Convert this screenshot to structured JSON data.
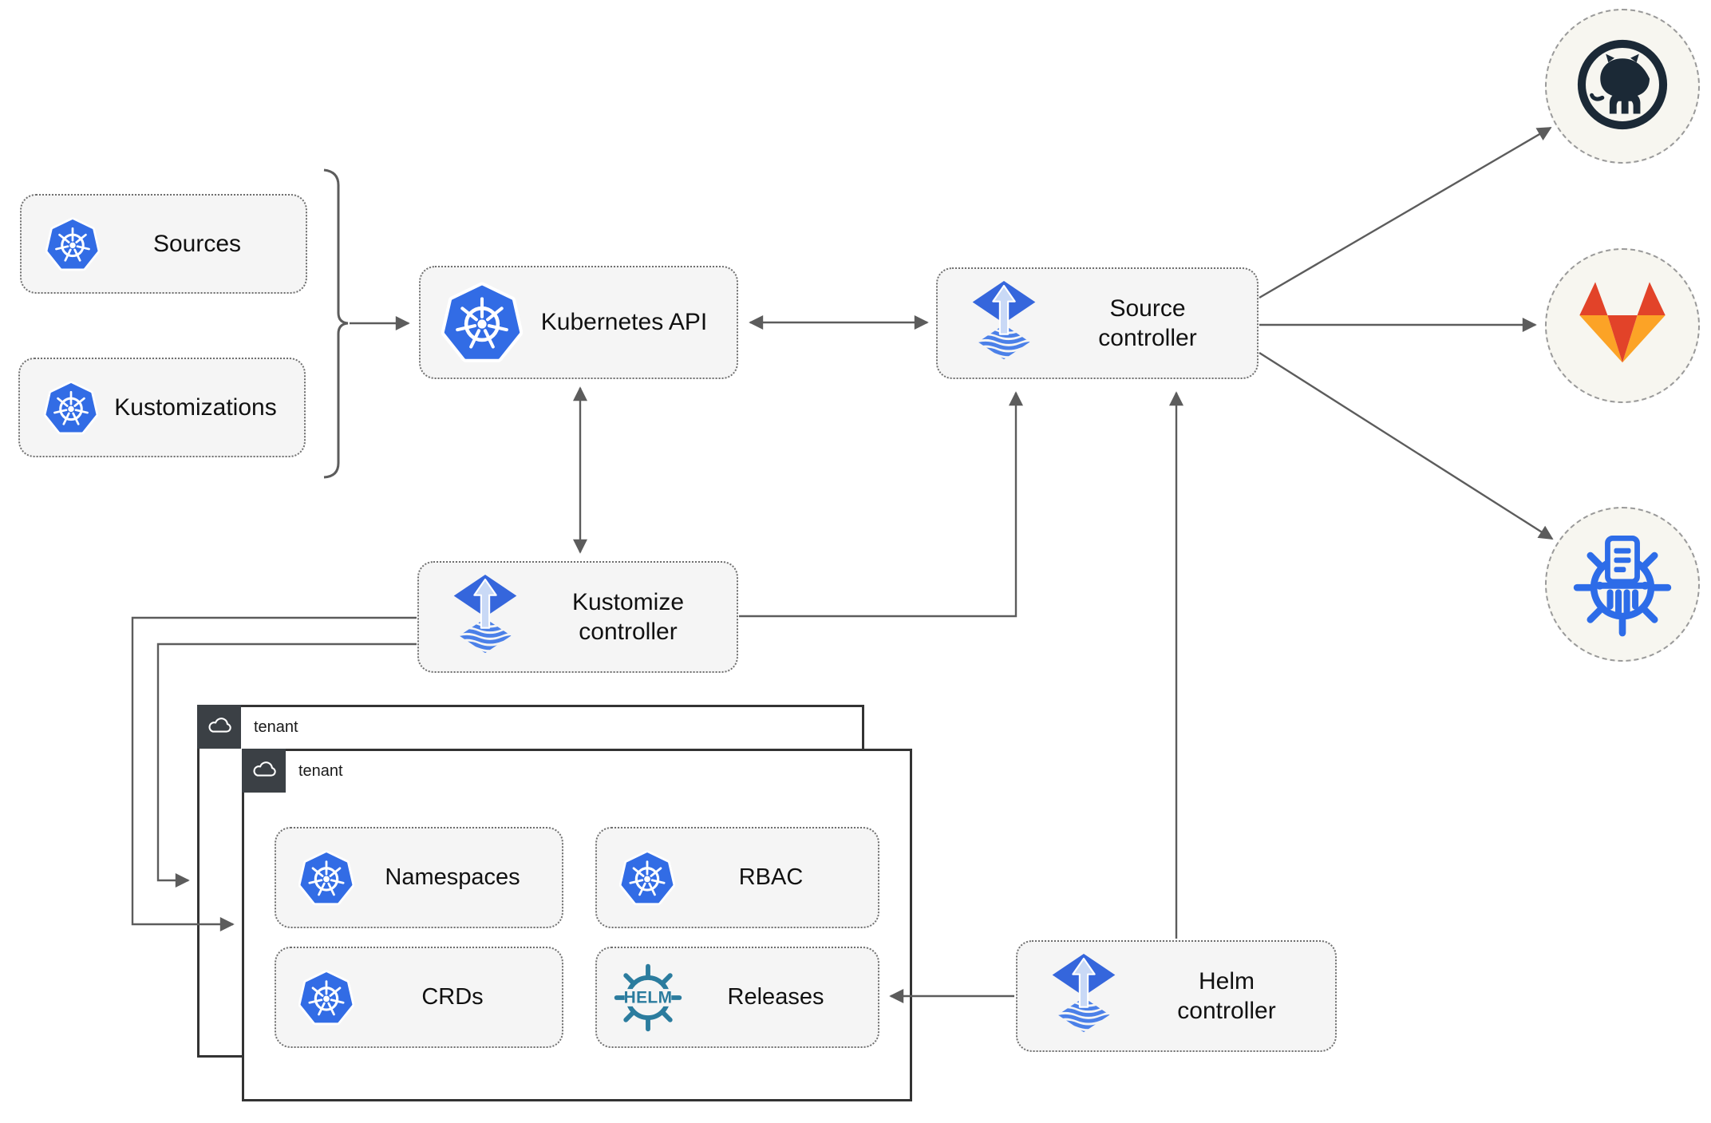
{
  "nodes": {
    "sources": {
      "label": "Sources"
    },
    "kustomizations": {
      "label": "Kustomizations"
    },
    "kubernetes_api": {
      "label": "Kubernetes API"
    },
    "source_controller": {
      "label": "Source controller"
    },
    "kustomize_controller": {
      "label": "Kustomize controller"
    },
    "helm_controller": {
      "label": "Helm controller"
    },
    "tenant_back": {
      "label": "tenant"
    },
    "tenant_front": {
      "label": "tenant"
    },
    "namespaces": {
      "label": "Namespaces"
    },
    "rbac": {
      "label": "RBAC"
    },
    "crds": {
      "label": "CRDs"
    },
    "releases": {
      "label": "Releases"
    }
  },
  "icons": {
    "helm_text": "HELM",
    "kubernetes": "kubernetes-logo",
    "flux": "flux-logo",
    "cloud": "cloud-icon",
    "github": "github-logo",
    "gitlab": "gitlab-logo",
    "manifests": "kubernetes-manifests-logo"
  },
  "colors": {
    "kubernetes_blue": "#326ce5",
    "flux_blue": "#3566dc",
    "flux_wave_blue": "#4b80e8",
    "flux_arrow_light": "#c9d9f6",
    "helm_teal": "#2b7c9e",
    "github_dark": "#1b2936",
    "gitlab_red": "#e24329",
    "gitlab_amber": "#fca326",
    "manifest_blue": "#2d6ce8",
    "wire_gray": "#5c5c5c",
    "node_fill": "#f5f5f5",
    "endpoint_fill": "#f7f6f0",
    "tenant_header": "#3b4045",
    "tenant_border": "#333333"
  }
}
